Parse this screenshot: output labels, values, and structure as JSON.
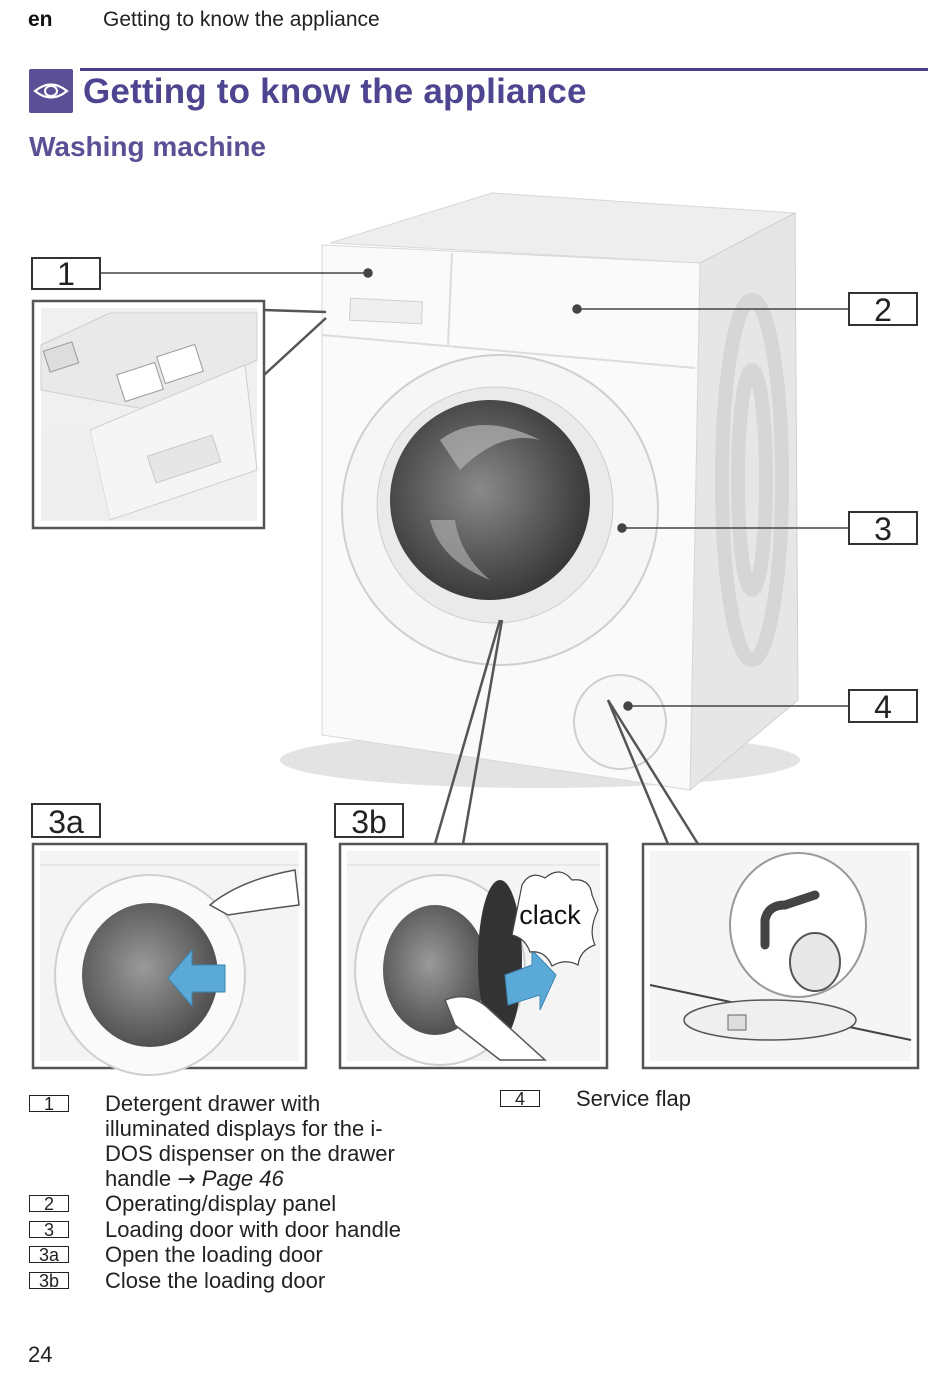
{
  "header": {
    "lang": "en",
    "title": "Getting to know the appliance"
  },
  "section": {
    "title": "Getting to know the appliance",
    "icon": "eye-icon"
  },
  "subsection": {
    "title": "Washing machine"
  },
  "figure": {
    "callouts": [
      "1",
      "2",
      "3",
      "4",
      "3a",
      "3b"
    ],
    "clack_text": "clack"
  },
  "legend": [
    {
      "key": "1",
      "lines": [
        "Detergent drawer with",
        "illuminated displays for the i-",
        "DOS dispenser on the drawer"
      ],
      "last_line": "handle",
      "arrow": "→",
      "ref": "Page 46"
    },
    {
      "key": "2",
      "text": "Operating/display panel"
    },
    {
      "key": "3",
      "text": "Loading door with door handle"
    },
    {
      "key": "3a",
      "text": "Open the loading door"
    },
    {
      "key": "3b",
      "text": "Close the loading door"
    },
    {
      "key": "4",
      "text": "Service flap"
    }
  ],
  "page_number": "24",
  "colors": {
    "accent": "#4e4590",
    "arrow_blue": "#5aa9d6"
  }
}
